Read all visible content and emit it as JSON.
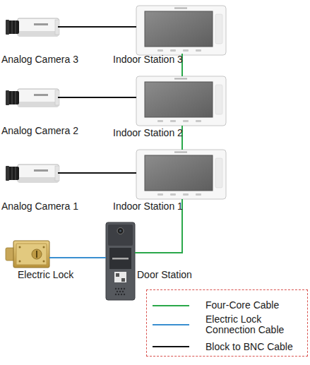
{
  "diagram": {
    "nodes": [
      {
        "text": [
          "Analog Camera 3"
        ]
      },
      {
        "text": [
          "Indoor Station 3"
        ]
      },
      {
        "text": [
          "Analog Camera 2"
        ]
      },
      {
        "text": [
          "Indoor Station 2"
        ]
      },
      {
        "text": [
          "Analog Camera 1"
        ]
      },
      {
        "text": [
          "Indoor Station 1"
        ]
      },
      {
        "text": [
          "Electric Lock"
        ]
      },
      {
        "text": [
          "Door Station"
        ]
      }
    ],
    "edges": [
      {
        "from": 0,
        "to": 1,
        "arrow": "none"
      },
      {
        "from": 2,
        "to": 3,
        "arrow": "none"
      },
      {
        "from": 4,
        "to": 5,
        "arrow": "none"
      },
      {
        "from": 1,
        "to": 3,
        "arrow": "none"
      },
      {
        "from": 3,
        "to": 5,
        "arrow": "none"
      },
      {
        "from": 5,
        "to": 7,
        "arrow": "none"
      },
      {
        "from": 6,
        "to": 7,
        "arrow": "none"
      }
    ],
    "legend": [
      {
        "text": "Four-Core Cable"
      },
      {
        "text": "Electric Lock Connection Cable"
      },
      {
        "text": "Block to BNC Cable"
      }
    ]
  }
}
